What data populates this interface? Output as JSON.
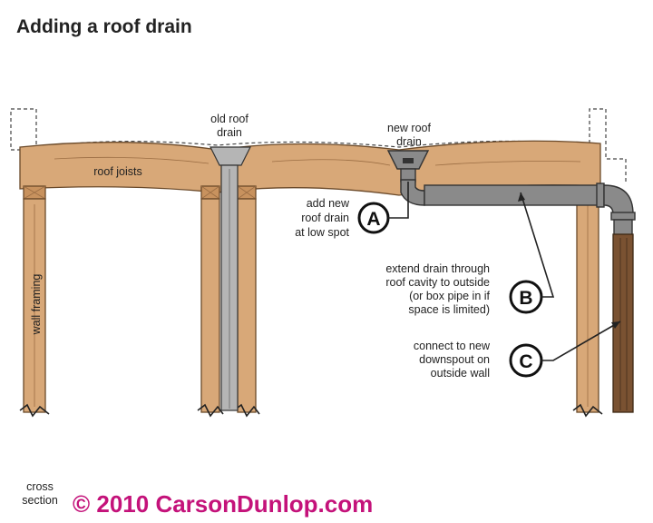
{
  "title": "Adding a roof drain",
  "labels": {
    "old_drain": [
      "old roof",
      "drain"
    ],
    "new_drain": [
      "new roof",
      "drain"
    ],
    "roof_joists": "roof joists",
    "wall_framing": "wall framing",
    "cross_section": [
      "cross",
      "section"
    ]
  },
  "callouts": [
    {
      "letter": "A",
      "lines": [
        "add new",
        "roof drain",
        "at low spot"
      ]
    },
    {
      "letter": "B",
      "lines": [
        "extend drain through",
        "roof cavity to outside",
        "(or box pipe in if",
        "space is limited)"
      ]
    },
    {
      "letter": "C",
      "lines": [
        "connect to new",
        "downspout on",
        "outside wall"
      ]
    }
  ],
  "copyright": "© 2010 CarsonDunlop.com",
  "colors": {
    "wood": "#d8a878",
    "pipe": "#8a8a8a",
    "copyright": "#c4127a"
  }
}
